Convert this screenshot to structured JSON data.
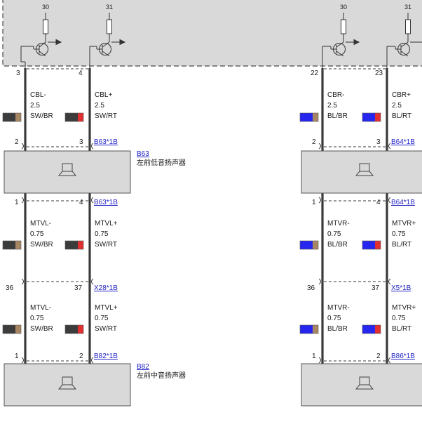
{
  "colors": {
    "module_fill": "#d9d9d9",
    "wire": "#3a3a3a",
    "link": "#2323c8",
    "sw": "#3c3c3c",
    "br": "#a88563",
    "rt": "#e03030",
    "bl": "#2626ee"
  },
  "icons": {
    "speaker": "speaker-icon",
    "transistor": "transistor-icon"
  },
  "module_top": {
    "left": {
      "pwr_a": "30",
      "pwr_b": "31",
      "pin_a": "3",
      "pin_b": "4"
    },
    "right": {
      "pwr_a": "30",
      "pwr_b": "31",
      "pin_a": "22",
      "pin_b": "23"
    }
  },
  "left": {
    "seg1": {
      "a": {
        "name": "CBL-",
        "size": "2.5",
        "color": "SW/BR"
      },
      "b": {
        "name": "CBL+",
        "size": "2.5",
        "color": "SW/RT"
      },
      "bottom_pin_a": "2",
      "bottom_pin_b": "3",
      "connector": "B63*1B"
    },
    "comp1": {
      "id": "B63",
      "desc": "左前低音扬声器"
    },
    "seg2": {
      "top_pin_a": "1",
      "top_pin_b": "4",
      "connector": "B63*1B",
      "a": {
        "name": "MTVL-",
        "size": "0.75",
        "color": "SW/BR"
      },
      "b": {
        "name": "MTVL+",
        "size": "0.75",
        "color": "SW/RT"
      }
    },
    "seg3": {
      "top_pin_a": "36",
      "top_pin_b": "37",
      "connector": "X28*1B",
      "a": {
        "name": "MTVL-",
        "size": "0.75",
        "color": "SW/BR"
      },
      "b": {
        "name": "MTVL+",
        "size": "0.75",
        "color": "SW/RT"
      },
      "bottom_pin_a": "1",
      "bottom_pin_b": "2",
      "connector2": "B82*1B"
    },
    "comp2": {
      "id": "B82",
      "desc": "左前中音扬声器"
    }
  },
  "right": {
    "seg1": {
      "a": {
        "name": "CBR-",
        "size": "2.5",
        "color": "BL/BR"
      },
      "b": {
        "name": "CBR+",
        "size": "2.5",
        "color": "BL/RT"
      },
      "bottom_pin_a": "2",
      "bottom_pin_b": "3",
      "connector": "B64*1B"
    },
    "seg2": {
      "top_pin_a": "1",
      "top_pin_b": "4",
      "connector": "B64*1B",
      "a": {
        "name": "MTVR-",
        "size": "0.75",
        "color": "BL/BR"
      },
      "b": {
        "name": "MTVR+",
        "size": "0.75",
        "color": "BL/RT"
      }
    },
    "seg3": {
      "top_pin_a": "36",
      "top_pin_b": "37",
      "connector": "X5*1B",
      "a": {
        "name": "MTVR-",
        "size": "0.75",
        "color": "BL/BR"
      },
      "b": {
        "name": "MTVR+",
        "size": "0.75",
        "color": "BL/RT"
      },
      "bottom_pin_a": "1",
      "bottom_pin_b": "2",
      "connector2": "B86*1B"
    }
  }
}
